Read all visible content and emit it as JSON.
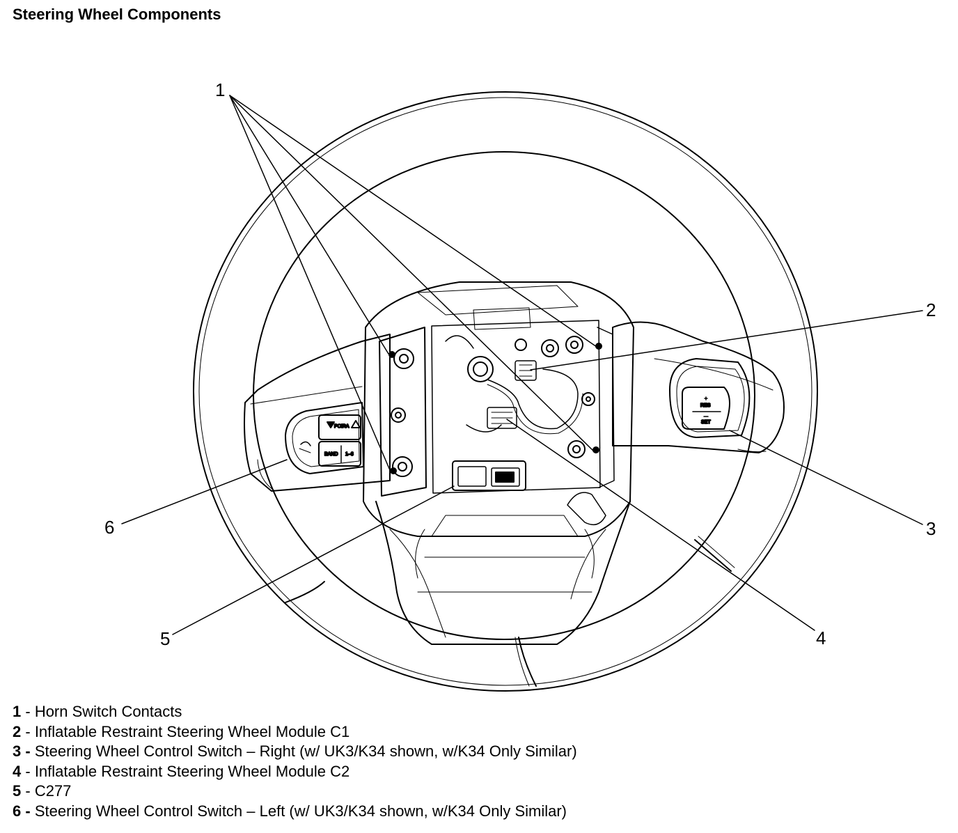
{
  "title": "Steering Wheel Components",
  "callouts": [
    "1",
    "2",
    "3",
    "4",
    "5",
    "6"
  ],
  "buttons": {
    "left_upper": "PCIRA",
    "left_lower_a": "BAND",
    "left_lower_b": "1–6",
    "right_upper": "RES",
    "right_lower": "SET"
  },
  "legend": [
    {
      "num": "1",
      "sep": " - ",
      "text": "Horn Switch Contacts"
    },
    {
      "num": "2",
      "sep": " - ",
      "text": "Inflatable Restraint Steering Wheel Module C1"
    },
    {
      "num": "3",
      "sep": " - ",
      "text": "Steering Wheel Control Switch – Right (w/ UK3/K34 shown, w/K34 Only Similar)"
    },
    {
      "num": "4",
      "sep": " - ",
      "text": "Inflatable Restraint Steering Wheel Module C2"
    },
    {
      "num": "5",
      "sep": " - ",
      "text": "C277"
    },
    {
      "num": "6",
      "sep": " - ",
      "text": "Steering Wheel Control Switch – Left (w/ UK3/K34 shown, w/K34 Only Similar)"
    }
  ]
}
